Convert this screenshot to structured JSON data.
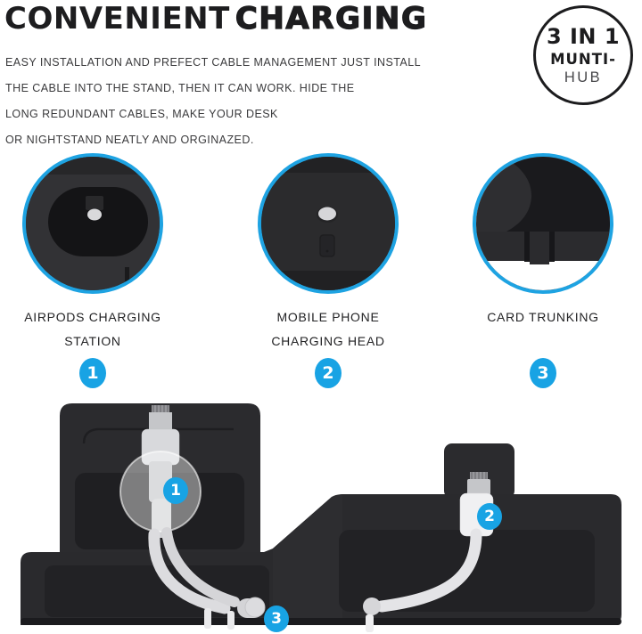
{
  "colors": {
    "accent": "#18a3e4",
    "ring": "#1ea3e2",
    "ink": "#1d1d1f"
  },
  "header": {
    "title_word1": "CONVENIENT",
    "title_word2": "CHARGING",
    "description_lines": [
      "EASY INSTALLATION AND PREFECT CABLE MANAGEMENT JUST INSTALL",
      "THE CABLE INTO THE STAND, THEN IT CAN WORK. HIDE THE",
      "LONG REDUNDANT CABLES, MAKE YOUR DESK",
      "OR NIGHTSTAND NEATLY AND ORGINAZED."
    ]
  },
  "hub_badge": {
    "line1": "3 IN 1",
    "line2": "MUNTI-",
    "line3": "HUB"
  },
  "features": [
    {
      "number": "1",
      "label_line1": "AIRPODS CHARGING",
      "label_line2": "STATION"
    },
    {
      "number": "2",
      "label_line1": "MOBILE PHONE",
      "label_line2": "CHARGING HEAD"
    },
    {
      "number": "3",
      "label_line1": "CARD TRUNKING",
      "label_line2": ""
    }
  ],
  "product": {
    "callouts": [
      {
        "number": "1"
      },
      {
        "number": "2"
      },
      {
        "number": "3"
      }
    ]
  }
}
